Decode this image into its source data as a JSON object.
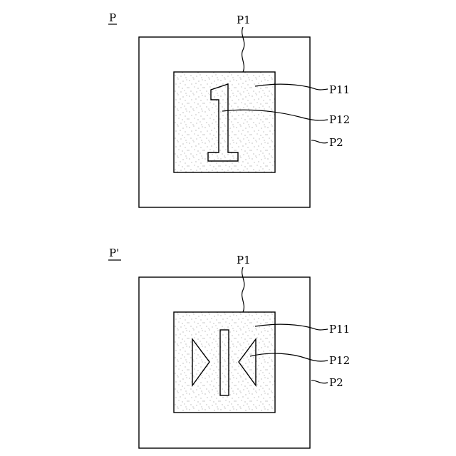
{
  "figures": [
    {
      "title": "P",
      "labels": {
        "top": "P1",
        "inner": "P11",
        "pattern": "P12",
        "outer": "P2"
      },
      "pattern_type": "digit-one"
    },
    {
      "title": "P'",
      "labels": {
        "top": "P1",
        "inner": "P11",
        "pattern": "P12",
        "outer": "P2"
      },
      "pattern_type": "triangles-and-bar"
    }
  ],
  "colors": {
    "stroke": "#000000",
    "background": "#ffffff",
    "speckle": "#6d6d6d"
  }
}
